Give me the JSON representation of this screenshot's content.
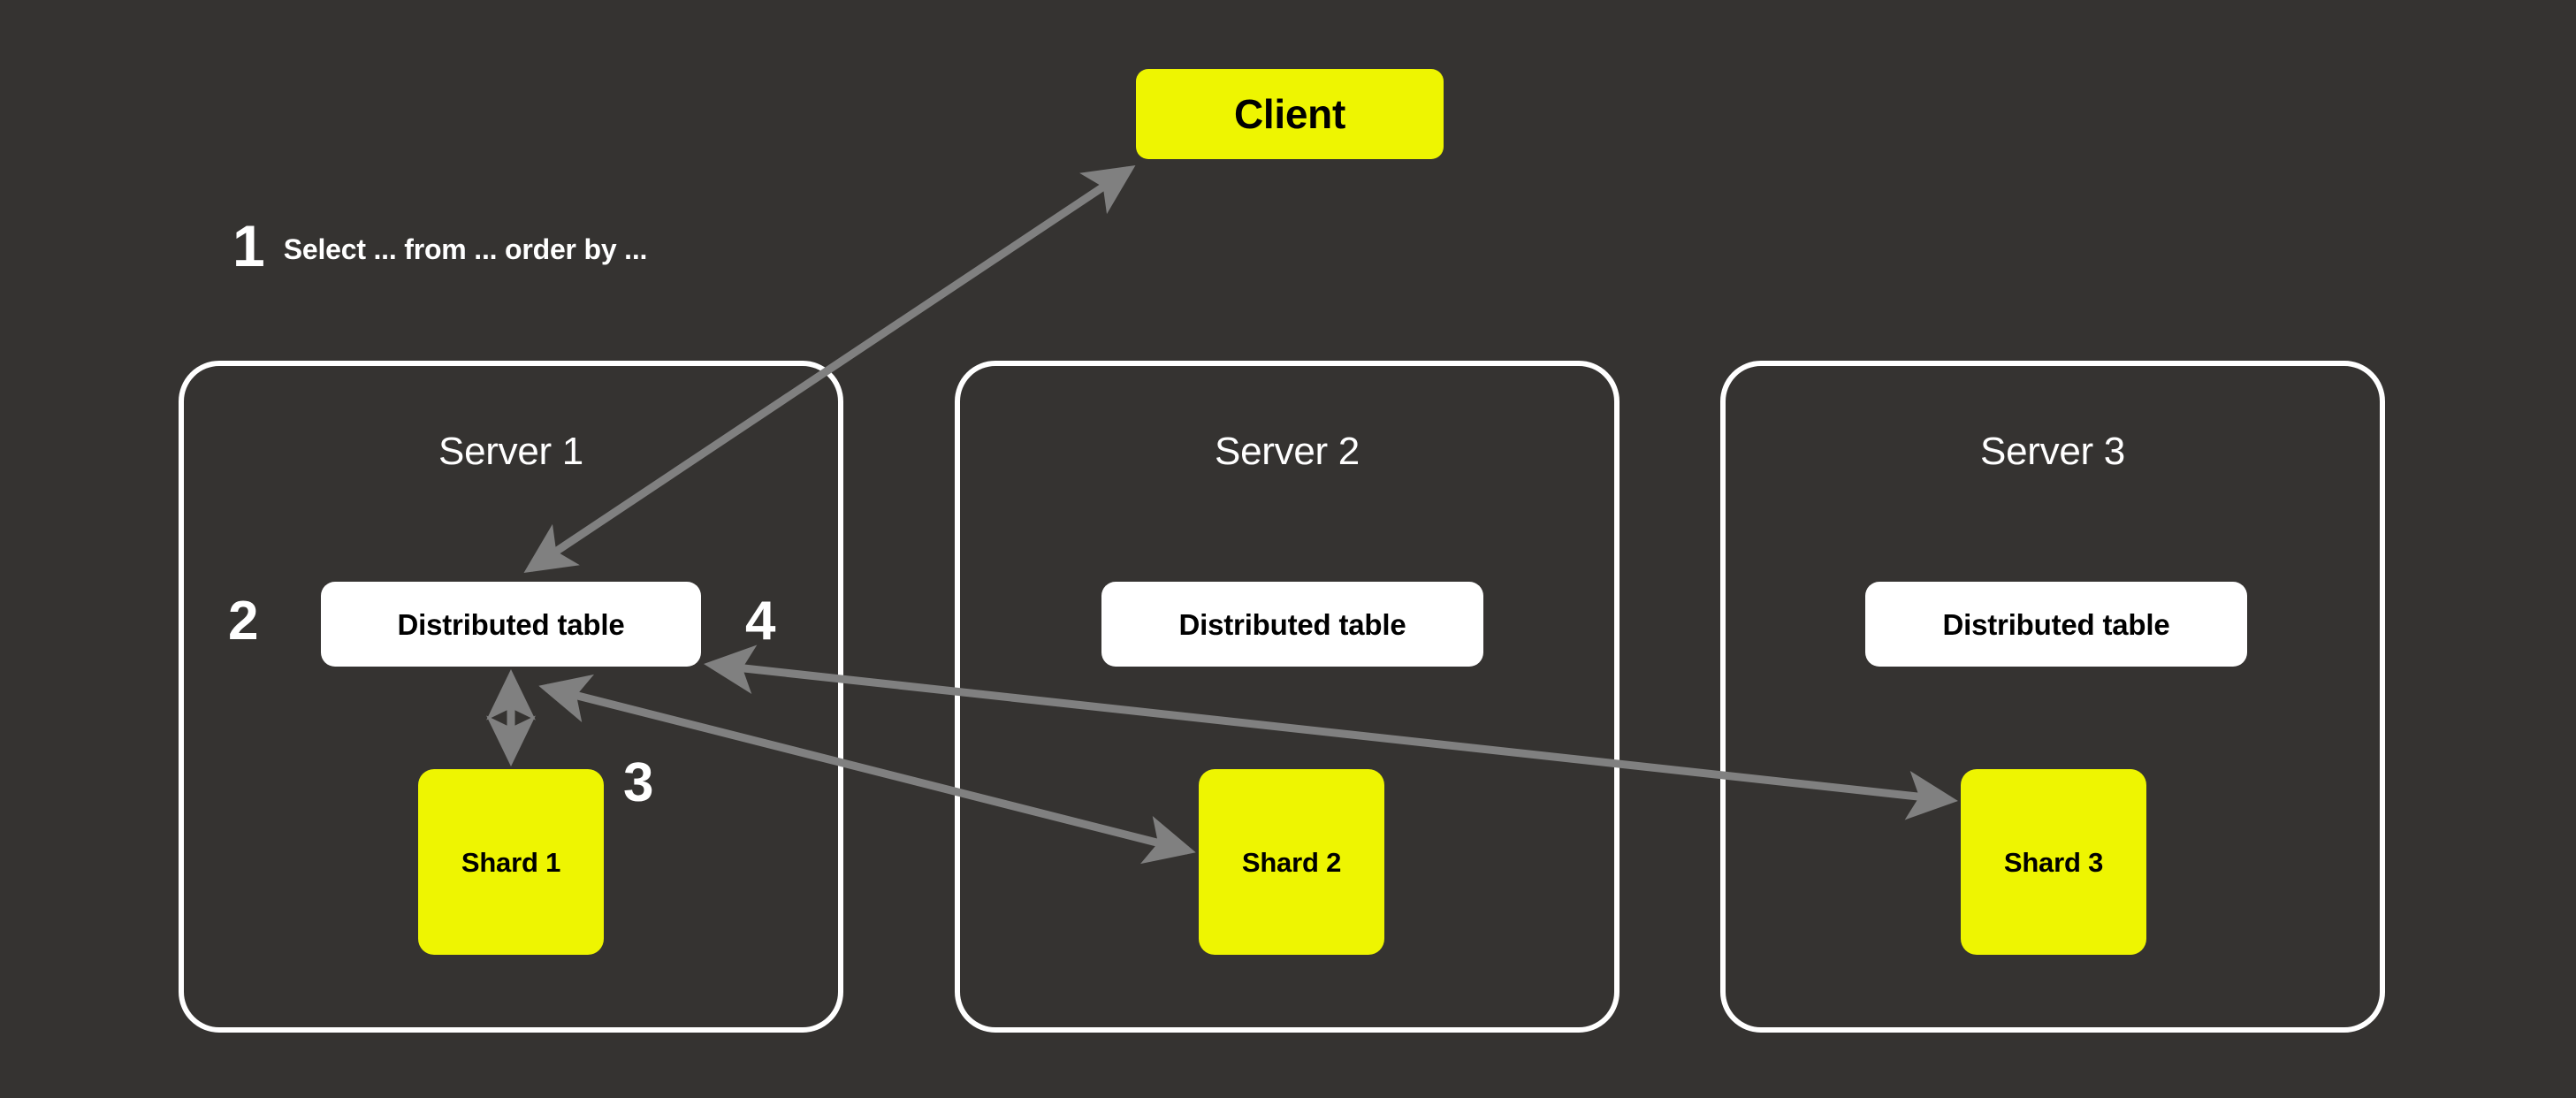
{
  "diagram": {
    "title": "Distributed table query flow across sharded servers",
    "background_color": "#353331",
    "accent_color": "#EEF501",
    "border_color": "#FFFFFF",
    "arrow_color": "#808080",
    "text_on_accent": "#000000",
    "text_on_background": "#FFFFFF"
  },
  "client": {
    "label": "Client"
  },
  "steps": [
    {
      "number": "1",
      "text": "Select ... from ... order by ..."
    },
    {
      "number": "2",
      "text": ""
    },
    {
      "number": "3",
      "text": ""
    },
    {
      "number": "4",
      "text": ""
    }
  ],
  "step_labels": {
    "one": "1",
    "two": "2",
    "three": "3",
    "four": "4",
    "query_text": "Select ... from ... order by ..."
  },
  "servers": [
    {
      "title": "Server 1",
      "distributed_table": "Distributed table",
      "shard": "Shard 1"
    },
    {
      "title": "Server 2",
      "distributed_table": "Distributed table",
      "shard": "Shard 2"
    },
    {
      "title": "Server 3",
      "distributed_table": "Distributed table",
      "shard": "Shard 3"
    }
  ],
  "connections": [
    {
      "name": "client-to-distributed-table-1",
      "from": "Client",
      "to": "Server 1 Distributed table",
      "direction": "bidirectional",
      "step": "1"
    },
    {
      "name": "distributed-table-1-to-shard-1",
      "from": "Server 1 Distributed table",
      "to": "Shard 1",
      "direction": "bidirectional",
      "step": "2"
    },
    {
      "name": "distributed-table-1-to-shard-2",
      "from": "Server 1 Distributed table",
      "to": "Shard 2",
      "direction": "forward",
      "step": "3"
    },
    {
      "name": "distributed-table-1-to-shard-3",
      "from": "Server 1 Distributed table",
      "to": "Shard 3",
      "direction": "forward",
      "step": "4"
    }
  ]
}
